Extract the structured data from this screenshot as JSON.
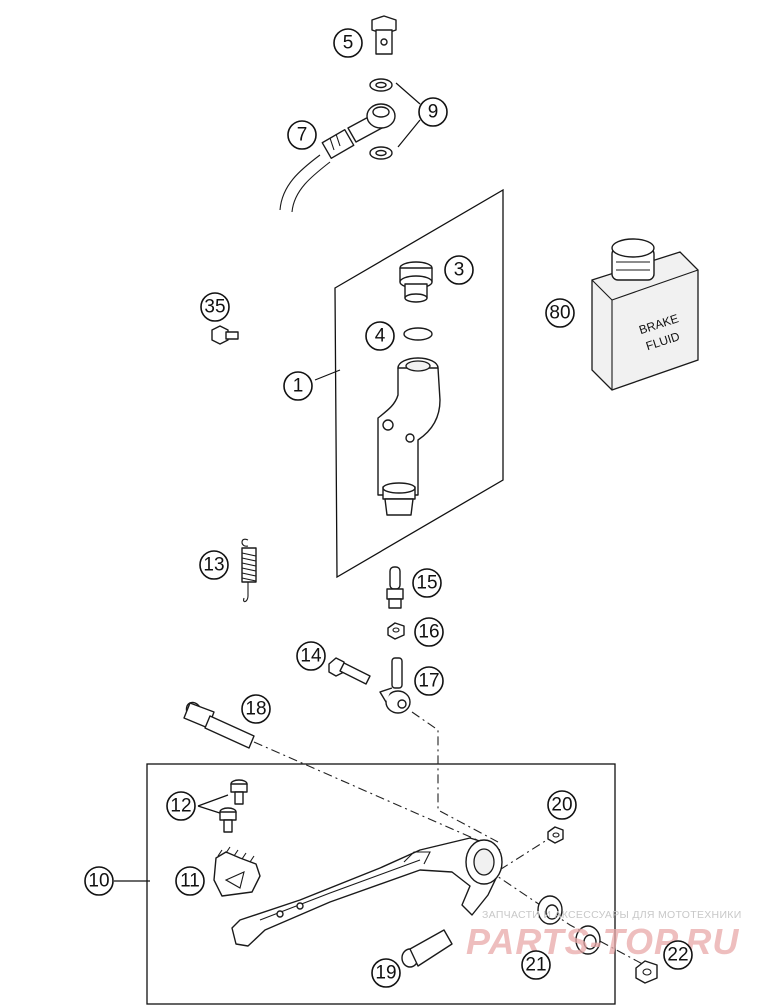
{
  "diagram": {
    "callouts": [
      "5",
      "9",
      "7",
      "3",
      "35",
      "4",
      "1",
      "80",
      "13",
      "15",
      "16",
      "14",
      "17",
      "18",
      "12",
      "20",
      "10",
      "11",
      "19",
      "21",
      "22"
    ],
    "bottle_label": [
      "BRAKE",
      "FLUID"
    ],
    "watermark": {
      "tagline": "ЗАПЧАСТИ И АКСЕССУАРЫ ДЛЯ МОТОТЕХНИКИ",
      "site": "PARTS-TOP.RU"
    }
  }
}
